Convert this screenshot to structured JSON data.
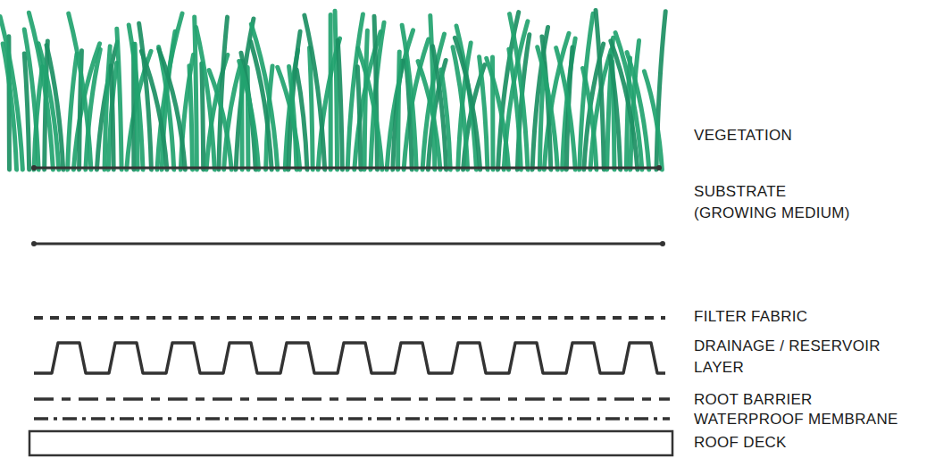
{
  "diagram": {
    "labels": [
      "VEGETATION",
      "SUBSTRATE (GROWING MEDIUM)",
      "FILTER FABRIC",
      "DRAINAGE / RESERVOIR LAYER",
      "ROOT BARRIER",
      "WATERPROOF MEMBRANE",
      "ROOF DECK"
    ]
  }
}
